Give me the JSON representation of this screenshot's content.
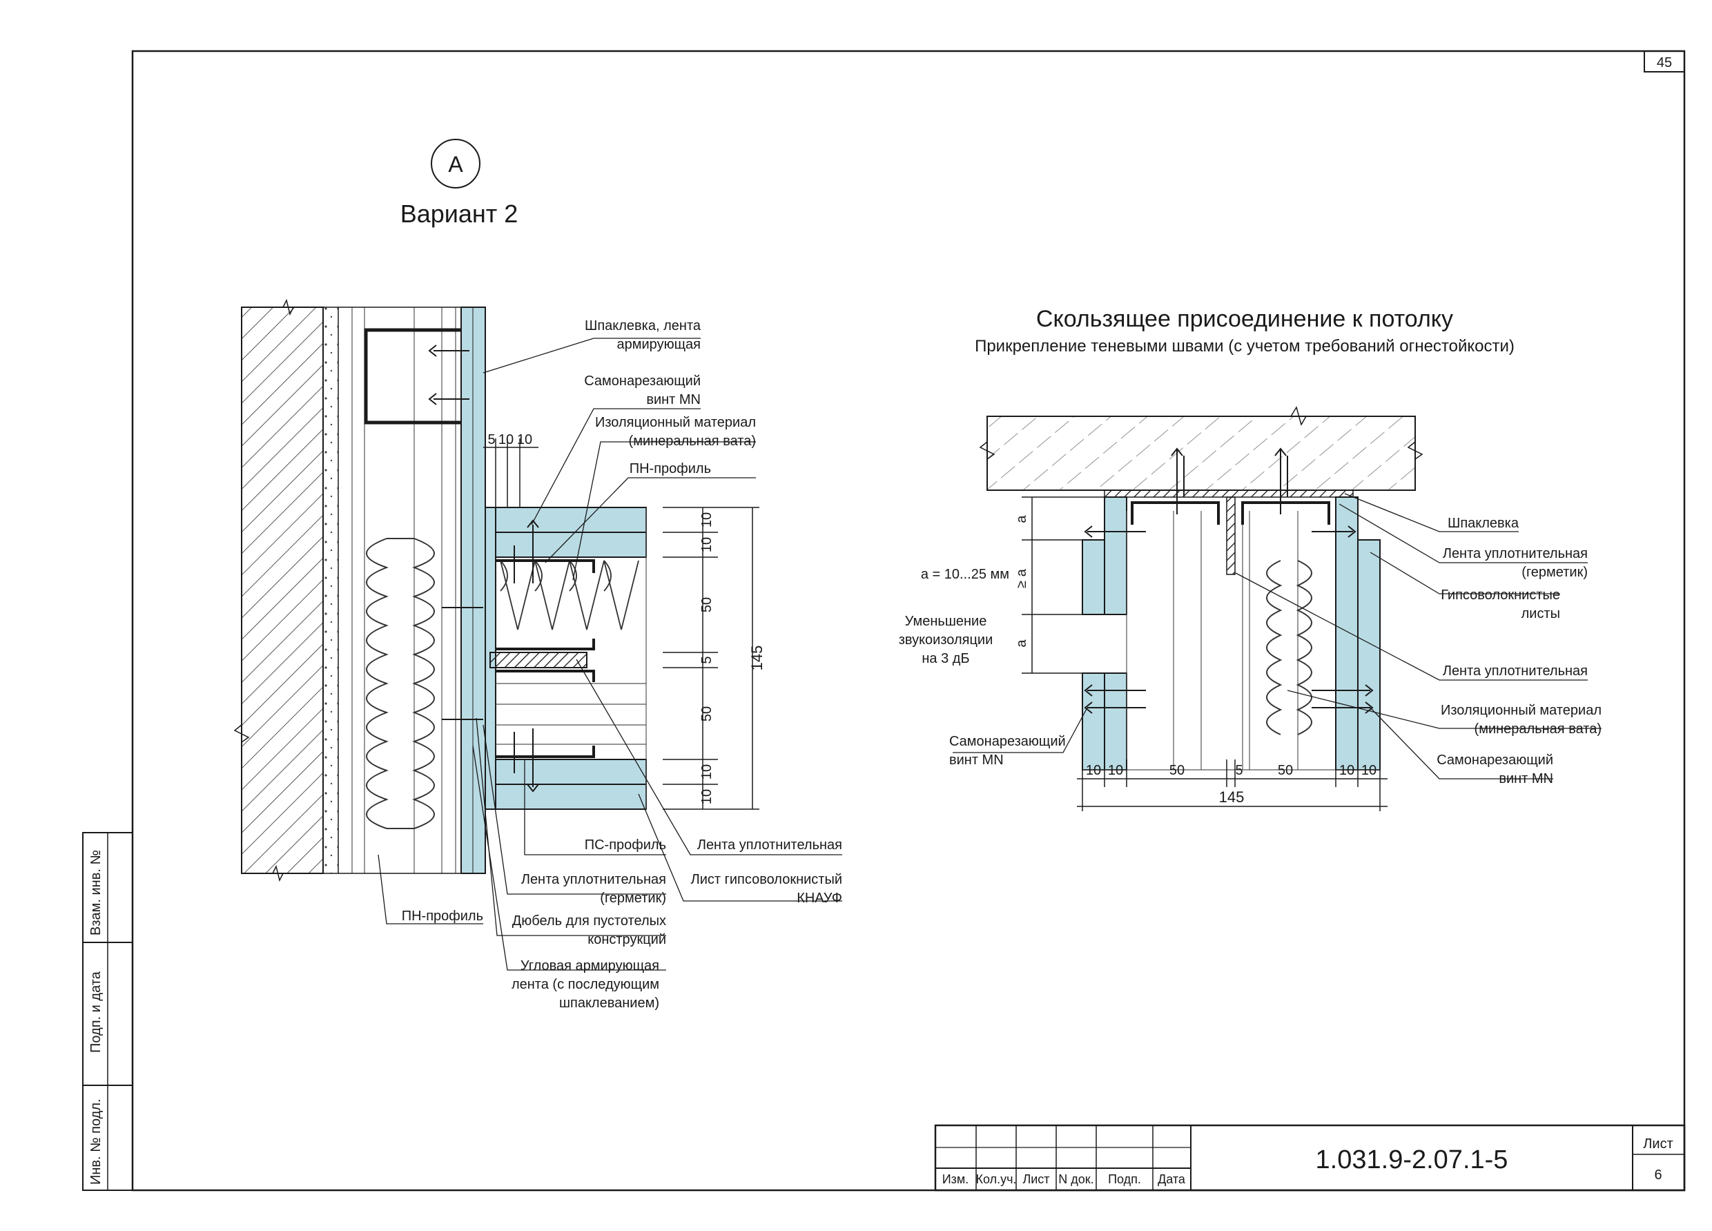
{
  "sheet": {
    "page_number": "45",
    "code": "1.031.9-2.07.1-5",
    "sheet_label": "Лист",
    "sheet_number": "6",
    "stamp_headers": [
      "Изм.",
      "Кол.уч.",
      "Лист",
      "N док.",
      "Подп.",
      "Дата"
    ],
    "side_labels": [
      "Взам. инв. №",
      "Подп. и дата",
      "Инв. № подл."
    ]
  },
  "left_detail": {
    "marker": "A",
    "title": "Вариант 2",
    "callouts": [
      [
        "Шпаклевка, лента",
        "армирующая"
      ],
      [
        "Самонарезающий",
        "винт MN"
      ],
      [
        "Изоляционный материал",
        "(минеральная вата)"
      ],
      [
        "ПН-профиль"
      ],
      [
        "Лента уплотнительная"
      ],
      [
        "Лист гипсоволокнистый",
        "КНАУФ"
      ],
      [
        "ПС-профиль"
      ],
      [
        "Лента уплотнительная",
        "(герметик)"
      ],
      [
        "Дюбель для пустотелых",
        "конструкций"
      ],
      [
        "Угловая армирующая",
        "лента (с последующим",
        "шпаклеванием)"
      ],
      [
        "ПН-профиль"
      ]
    ],
    "dims_top": [
      "5",
      "10",
      "10"
    ],
    "dims_vertical": [
      "10",
      "10",
      "50",
      "5",
      "50",
      "10",
      "10"
    ],
    "dim_total": "145"
  },
  "right_detail": {
    "title": "Скользящее присоединение к потолку",
    "subtitle": "Прикрепление теневыми швами (с учетом требований огнестойкости)",
    "callouts": [
      [
        "Шпаклевка"
      ],
      [
        "Лента уплотнительная",
        "(герметик)"
      ],
      [
        "Гипсоволокнистые",
        "листы"
      ],
      [
        "Лента уплотнительная"
      ],
      [
        "Изоляционный материал",
        "(минеральная вата)"
      ],
      [
        "Самонарезающий",
        "винт MN"
      ],
      [
        "Самонарезающий",
        "винт MN"
      ]
    ],
    "left_notes": [
      "a = 10...25 мм",
      "Уменьшение",
      "звукоизоляции",
      "на 3 дБ"
    ],
    "dims_vertical": [
      "a",
      "≥ a",
      "a"
    ],
    "dims_bottom": [
      "10",
      "10",
      "50",
      "5",
      "50",
      "10",
      "10"
    ],
    "dim_total": "145"
  },
  "colors": {
    "board": "#b9dbe4",
    "line": "#1a1a1a",
    "hatch": "#555555"
  }
}
